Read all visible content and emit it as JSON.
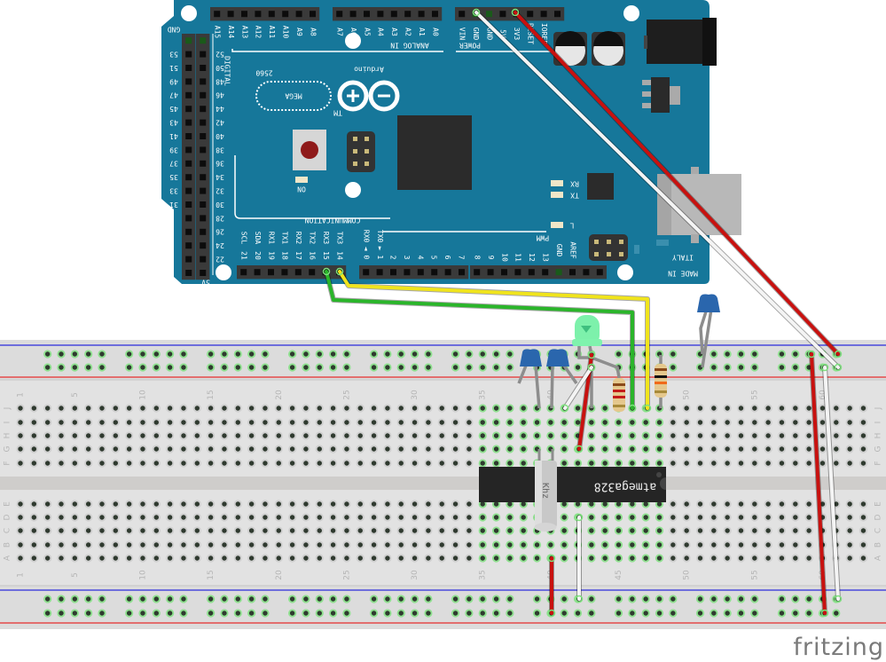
{
  "arduino": {
    "brand": "Arduino",
    "model": "MEGA",
    "variant": "2560",
    "trademark": "TM",
    "sections": {
      "analog_in": "ANALOG IN",
      "power": "POWER",
      "digital": "DIGITAL",
      "communication": "COMMUNICATION",
      "pwm": "PWM",
      "made_in": "MADE IN",
      "country": "ITALY"
    },
    "leds": {
      "on": "ON",
      "rx": "RX",
      "tx": "TX",
      "l": "L"
    },
    "analog_high_pins": [
      "A15",
      "A14",
      "A13",
      "A12",
      "A11",
      "A10",
      "A9",
      "A8"
    ],
    "analog_low_pins": [
      "A7",
      "A6",
      "A5",
      "A4",
      "A3",
      "A2",
      "A1",
      "A0"
    ],
    "power_pins": [
      "VIN",
      "GND",
      "GND",
      "5V",
      "3V3",
      "RESET",
      "IOREF"
    ],
    "digital_left_col": [
      "53",
      "51",
      "49",
      "47",
      "45",
      "43",
      "41",
      "39",
      "37",
      "35",
      "33",
      "31"
    ],
    "digital_right_col": [
      "52",
      "50",
      "48",
      "46",
      "44",
      "42",
      "40",
      "38",
      "36",
      "34",
      "32",
      "30",
      "28",
      "26",
      "24",
      "22"
    ],
    "digital_gnd": "GND",
    "digital_5v": "5V",
    "comm_names": [
      "SCL",
      "SDA",
      "RX1",
      "TX1",
      "RX2",
      "TX2",
      "RX3",
      "TX3"
    ],
    "comm_numbers": [
      "21",
      "20",
      "19",
      "18",
      "17",
      "16",
      "15",
      "14"
    ],
    "serial0_names": [
      "RX0",
      "TX0"
    ],
    "serial0_numbers": [
      "◄ 0",
      "► 1"
    ],
    "digital_low_pins": [
      "2",
      "3",
      "4",
      "5",
      "6",
      "7"
    ],
    "pwm_pins": [
      "8",
      "9",
      "10",
      "11",
      "12",
      "13",
      "GND",
      "AREF"
    ],
    "board_color": "#16779a"
  },
  "breadboard": {
    "column_numbers": [
      "1",
      "5",
      "10",
      "15",
      "20",
      "25",
      "30",
      "35",
      "40",
      "45",
      "50",
      "55",
      "60"
    ],
    "top_rows": [
      "J",
      "I",
      "H",
      "G",
      "F"
    ],
    "bottom_rows": [
      "E",
      "D",
      "C",
      "B",
      "A"
    ]
  },
  "components": {
    "chip_label": "atmega328",
    "crystal_label": "Khz"
  },
  "wire_colors": {
    "red": "#c8110f",
    "white": "#f4f4f4",
    "green": "#2ab52a",
    "yellow": "#f0e41c"
  },
  "logo": "fritzing"
}
